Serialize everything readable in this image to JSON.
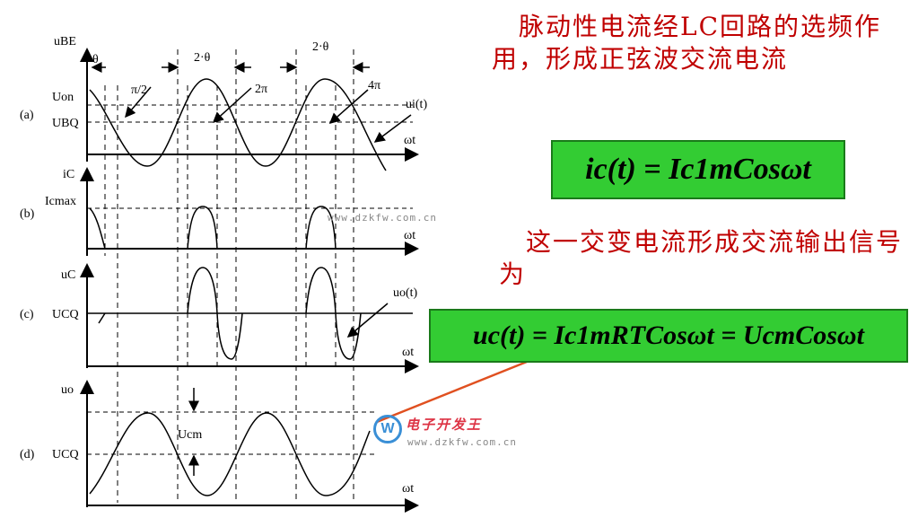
{
  "title_text": "脉动性电流经LC回路的选频作用，形成正弦波交流电流",
  "subtitle_text": "这一交变电流形成交流输出信号为",
  "formula1": {
    "text": "ic(t) = Ic1mCosωt"
  },
  "formula2": {
    "text": "uc(t) = Ic1mRTCosωt = UcmCosωt"
  },
  "panels": {
    "a": {
      "label": "(a)",
      "y_axis": "uBE",
      "ref1": "Uon",
      "ref2": "UBQ",
      "signal": "ui(t)",
      "x_axis": "ωt"
    },
    "b": {
      "label": "(b)",
      "y_axis": "iC",
      "ref1": "Icmax",
      "x_axis": "ωt"
    },
    "c": {
      "label": "(c)",
      "y_axis": "uC",
      "ref1": "UCQ",
      "signal": "uo(t)",
      "x_axis": "ωt"
    },
    "d": {
      "label": "(d)",
      "y_axis": "uo",
      "ref1": "UCQ",
      "amp": "Ucm",
      "x_axis": "ωt"
    }
  },
  "angle_marks": {
    "theta": "θ",
    "two_theta_1": "2·θ",
    "two_theta_2": "2·θ",
    "half_pi": "π/2",
    "two_pi": "2π",
    "four_pi": "4π"
  },
  "watermark1": "www.dzkfw.com.cn",
  "watermark2": "www.dzkfw.com.cn",
  "logo": {
    "text": "电子开发王",
    "mark": "W"
  },
  "colors": {
    "title": "#c00000",
    "formula_bg": "#33cc33",
    "pointer_line": "#e05020"
  }
}
